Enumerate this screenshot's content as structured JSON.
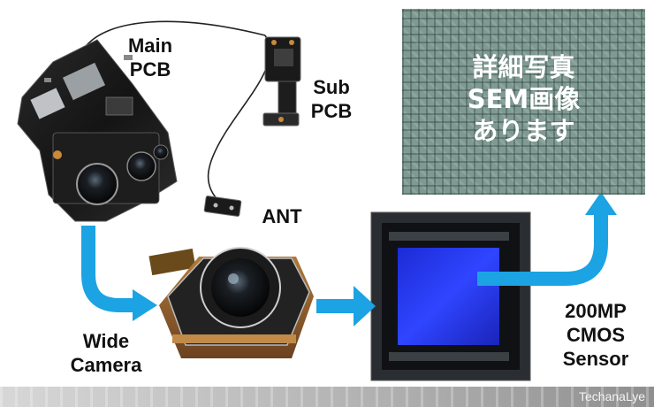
{
  "labels": {
    "main_pcb_line1": "Main",
    "main_pcb_line2": "PCB",
    "sub_pcb_line1": "Sub",
    "sub_pcb_line2": "PCB",
    "ant": "ANT",
    "wide_camera_line1": "Wide",
    "wide_camera_line2": "Camera",
    "sensor_line1": "200MP",
    "sensor_line2": "CMOS",
    "sensor_line3": "Sensor"
  },
  "sem_panel": {
    "line1": "詳細写真",
    "line2": "SEM画像",
    "line3": "あります"
  },
  "footer": {
    "brand": "TechanaLye"
  },
  "colors": {
    "arrow": "#1ba3e3",
    "sensor_blue": "#2a3cff",
    "label_text": "#111111"
  }
}
